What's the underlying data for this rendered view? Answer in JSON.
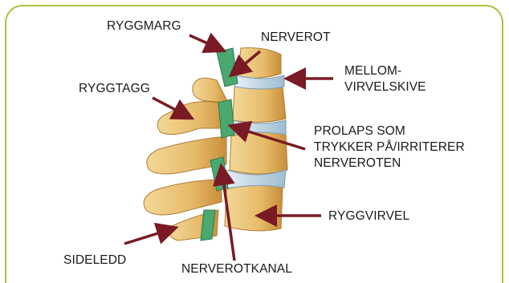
{
  "labels": {
    "ryggmarg": "RYGGMARG",
    "nerverot": "NERVEROT",
    "mellomvirvelskive": [
      "MELLOM-",
      "VIRVELSKIVE"
    ],
    "ryggtagg": "RYGGTAGG",
    "prolaps": [
      "PROLAPS SOM",
      "TRYKKER PÅ/IRRITERER",
      "NERVEROTEN"
    ],
    "ryggvirvel": "RYGGVIRVEL",
    "sideledd": "SIDELEDD",
    "nerverotkanal": "NERVEROTKANAL"
  },
  "colors": {
    "frame": "#a8c43c",
    "arrow": "#7a1a24",
    "bone": "#e8c47a",
    "disc": "#bcd4e2",
    "nerve": "#4aa870"
  }
}
